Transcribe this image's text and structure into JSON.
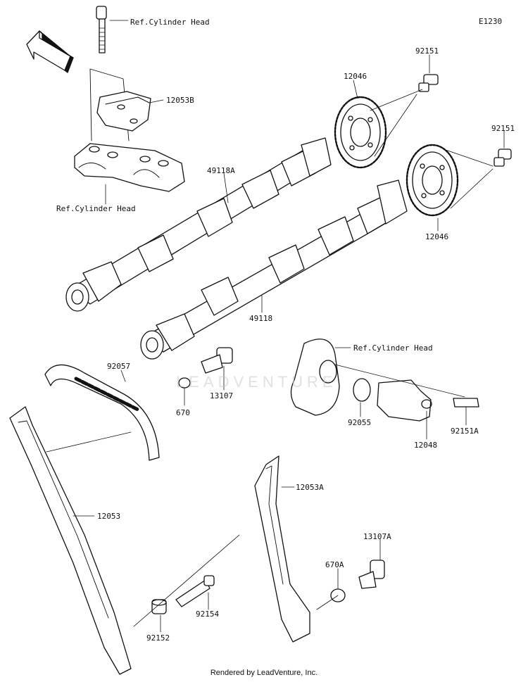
{
  "diagram": {
    "code": "E1230",
    "front_label": "FRONT",
    "watermark": "LEADVENTURE",
    "footer": "Rendered by LeadVenture, Inc.",
    "labels": {
      "ref_cyl_head_top": "Ref.Cylinder Head",
      "p12053B": "12053B",
      "ref_cyl_head_left": "Ref.Cylinder Head",
      "p92151_a": "92151",
      "p12046_a": "12046",
      "p92151_b": "92151",
      "p49118A": "49118A",
      "p12046_b": "12046",
      "p49118": "49118",
      "p92057": "92057",
      "p670": "670",
      "p13107": "13107",
      "ref_cyl_head_right": "Ref.Cylinder Head",
      "p92055": "92055",
      "p12048": "12048",
      "p92151A": "92151A",
      "p12053A": "12053A",
      "p12053": "12053",
      "p13107A": "13107A",
      "p670A": "670A",
      "p92154": "92154",
      "p92152": "92152"
    }
  }
}
